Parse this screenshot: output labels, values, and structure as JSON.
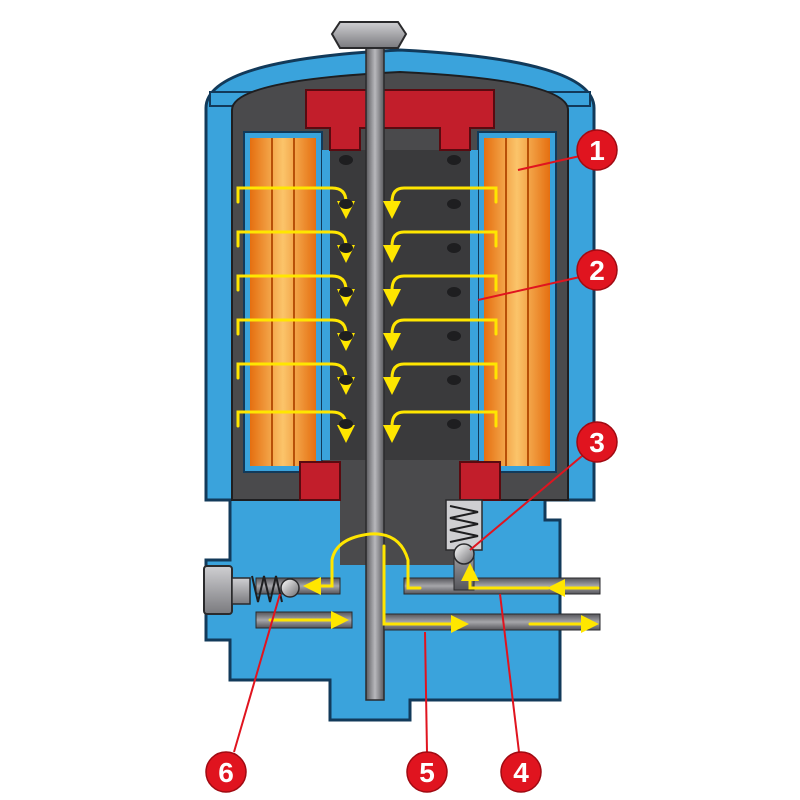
{
  "colors": {
    "housing": "#3aa3dc",
    "housing_dark": "#1d6fa8",
    "cavity": "#4a4a4c",
    "cavity_dark": "#2e2e30",
    "element_orange": "#f08a1c",
    "element_light": "#f8b85a",
    "seal_red": "#c21e2b",
    "flow_arrow": "#ffe600",
    "rod": "#7a7a7e",
    "callout_red": "#e0141f",
    "callout_line": "#e0141f",
    "pipe": "#6e6e72"
  },
  "callouts": [
    {
      "id": "callout-1",
      "number": "1"
    },
    {
      "id": "callout-2",
      "number": "2"
    },
    {
      "id": "callout-3",
      "number": "3"
    },
    {
      "id": "callout-4",
      "number": "4"
    },
    {
      "id": "callout-5",
      "number": "5"
    },
    {
      "id": "callout-6",
      "number": "6"
    }
  ],
  "icons": {
    "bolt": "hex-bolt-icon",
    "flow": "flow-arrow-icon",
    "spring": "spring-valve-icon"
  }
}
